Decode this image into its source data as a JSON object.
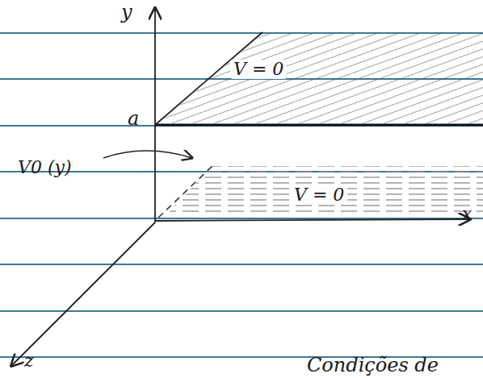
{
  "diagram": {
    "nodes": [
      {
        "text": [
          "V = 0"
        ]
      },
      {
        "text": [
          "V = 0"
        ]
      }
    ],
    "labels": [
      "y",
      "a",
      "V0 (y)",
      "x",
      "z",
      "Condições de"
    ]
  }
}
